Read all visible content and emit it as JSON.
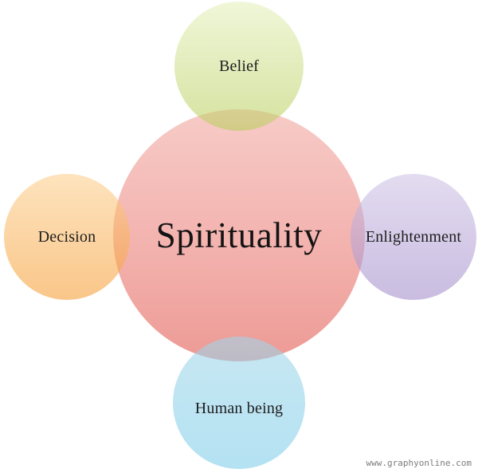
{
  "diagram": {
    "center_node": {
      "label": "Spirituality",
      "fill_top": "#f7cbc7",
      "fill_bottom": "#ed9a95",
      "text_color": "#141414"
    },
    "satellite_nodes": [
      {
        "label": "Belief",
        "position": "top",
        "fill_top": "#f0f6d8",
        "fill_bottom": "#d6e4a0",
        "overlap_color": "#d2cc96"
      },
      {
        "label": "Decision",
        "position": "left",
        "fill_top": "#fde3bd",
        "fill_bottom": "#fac489",
        "overlap_color": "#f5b97e"
      },
      {
        "label": "Enlightenment",
        "position": "right",
        "fill_top": "#e3dcf0",
        "fill_bottom": "#c9bce0",
        "overlap_color": "#d9abc4"
      },
      {
        "label": "Human being",
        "position": "bottom",
        "fill_top": "#c8e7f2",
        "fill_bottom": "#b4e2f2",
        "overlap_color": "#b7bdc5"
      }
    ]
  },
  "watermark": {
    "text": "www.graphyonline.com",
    "color": "#7c7c7c"
  }
}
